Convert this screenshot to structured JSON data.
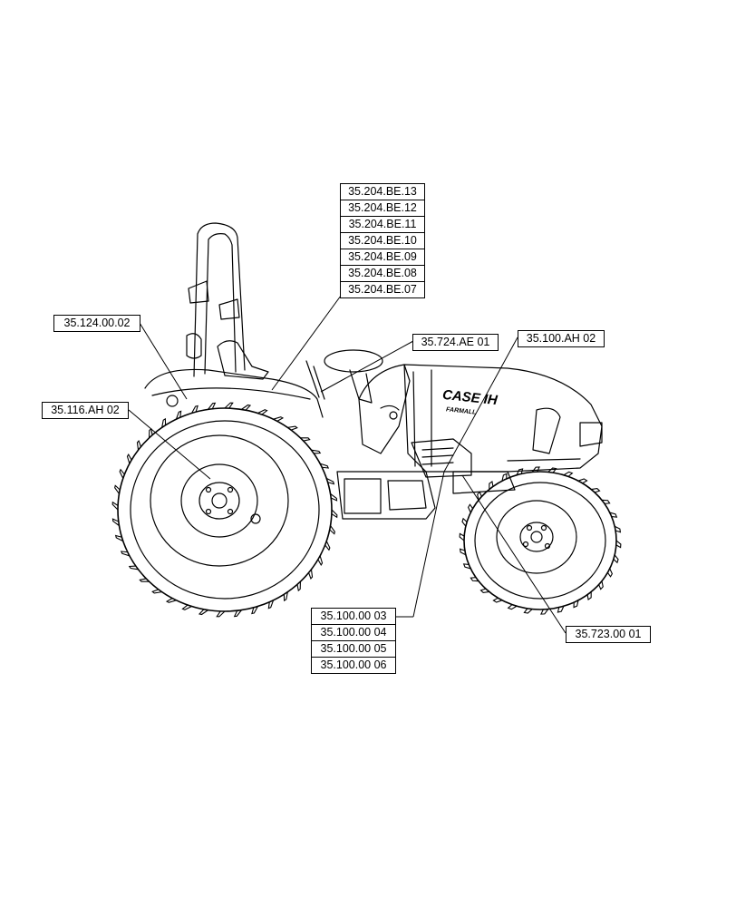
{
  "diagram": {
    "brand": {
      "logo": "CASE IH",
      "model": "FARMALL"
    },
    "callouts": {
      "cab_stack": [
        "35.204.BE.13",
        "35.204.BE.12",
        "35.204.BE.11",
        "35.204.BE.10",
        "35.204.BE.09",
        "35.204.BE.08",
        "35.204.BE.07"
      ],
      "rear_fender": "35.124.00.02",
      "rear_wheel": "35.116.AH 02",
      "steering": "35.724.AE 01",
      "front_hydraulic": "35.100.AH 02",
      "front_axle": "35.723.00 01",
      "lower_stack": [
        "35.100.00 03",
        "35.100.00 04",
        "35.100.00 05",
        "35.100.00 06"
      ]
    }
  }
}
